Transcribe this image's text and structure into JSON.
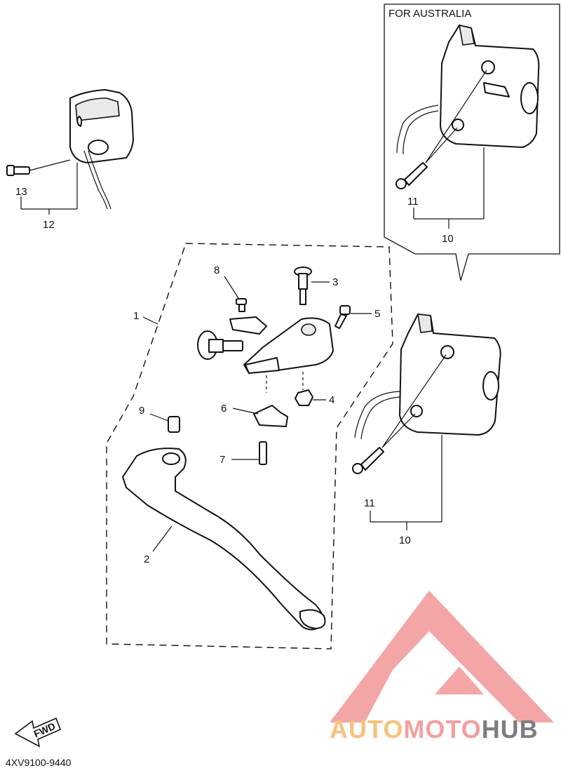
{
  "diagram": {
    "inset_title": "FOR AUSTRALIA",
    "catalog_code": "4XV9100-9440",
    "fwd_label": "FWD",
    "callouts": {
      "c1": "1",
      "c2": "2",
      "c3": "3",
      "c4": "4",
      "c5": "5",
      "c6": "6",
      "c7": "7",
      "c8": "8",
      "c9": "9",
      "c10_main": "10",
      "c10_inset": "10",
      "c11_main": "11",
      "c11_inset": "11",
      "c12": "12",
      "c13": "13"
    }
  },
  "watermark": {
    "brand_part1": "AUTO",
    "brand_part2": "MOTO",
    "brand_part3": "HUB",
    "colors": {
      "part1": "#f6c27a",
      "part2": "#f2a0a0",
      "part3": "#7d7d7d",
      "logo": "#f4a6a6"
    }
  }
}
